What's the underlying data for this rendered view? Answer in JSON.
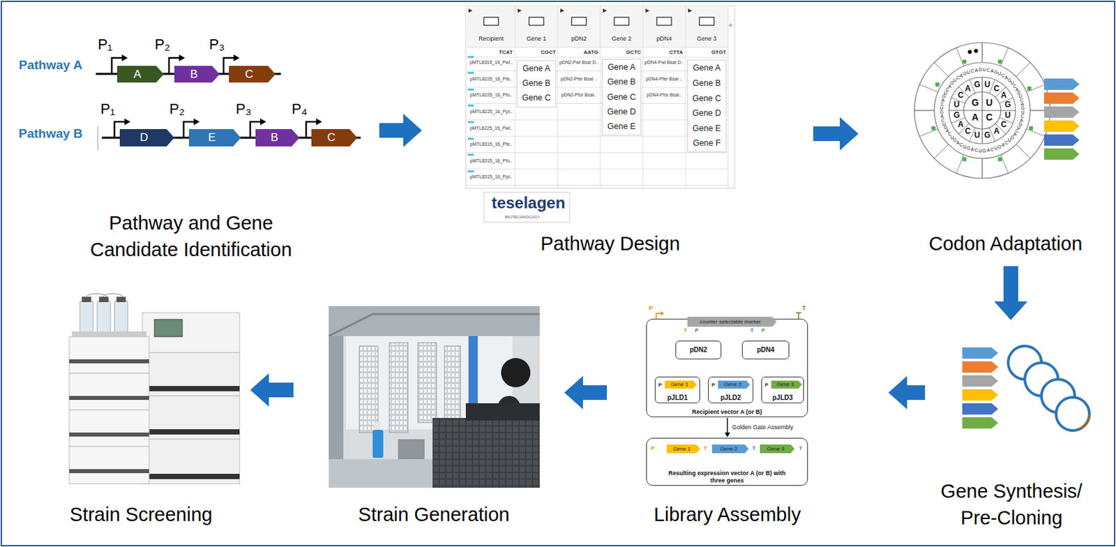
{
  "diagram": {
    "nodes": [
      {
        "text": [
          "Pathway and Gene Candidate Identification"
        ]
      },
      {
        "text": [
          "A"
        ],
        "in": 0
      },
      {
        "text": [
          "B"
        ],
        "in": 0
      },
      {
        "text": [
          "C"
        ],
        "in": 0
      },
      {
        "text": [
          "D"
        ],
        "in": 0
      },
      {
        "text": [
          "E"
        ],
        "in": 0
      },
      {
        "text": [
          "B"
        ],
        "in": 0
      },
      {
        "text": [
          "C"
        ],
        "in": 0
      },
      {
        "text": [
          "Pathway Design"
        ]
      },
      {
        "text": [
          "Codon Adaptation"
        ]
      },
      {
        "text": [
          "Strain Screening"
        ]
      },
      {
        "text": [
          "Strain Generation"
        ]
      },
      {
        "text": [
          "Library Assembly"
        ]
      },
      {
        "text": [
          "Recipient vector A (or B)"
        ],
        "in": 12
      },
      {
        "text": [
          "counter selectable marker"
        ],
        "in": 13
      },
      {
        "text": [
          "pDN2"
        ],
        "in": 13
      },
      {
        "text": [
          "pDN4"
        ],
        "in": 13
      },
      {
        "text": [
          "pJLD1"
        ],
        "in": 13
      },
      {
        "text": [
          "Gene 1"
        ],
        "in": 17
      },
      {
        "text": [
          "pJLD2"
        ],
        "in": 13
      },
      {
        "text": [
          "Gene 2"
        ],
        "in": 19
      },
      {
        "text": [
          "pJLD3"
        ],
        "in": 13
      },
      {
        "text": [
          "Gene 3"
        ],
        "in": 21
      },
      {
        "text": [
          "Resulting expression vector A (or B) with three genes"
        ],
        "in": 12
      },
      {
        "text": [
          "Gene 1"
        ],
        "in": 23
      },
      {
        "text": [
          "Gene 2"
        ],
        "in": 23
      },
      {
        "text": [
          "Gene 3"
        ],
        "in": 23
      },
      {
        "text": [
          "Gene Synthesis/ Pre-Cloning"
        ]
      }
    ],
    "edges": [
      {
        "from": 0,
        "to": 8,
        "arrow": "to"
      },
      {
        "from": 8,
        "to": 9,
        "arrow": "to"
      },
      {
        "from": 9,
        "to": 27,
        "arrow": "to"
      },
      {
        "from": 27,
        "to": 12,
        "arrow": "to"
      },
      {
        "from": 12,
        "to": 11,
        "arrow": "to"
      },
      {
        "from": 11,
        "to": 10,
        "arrow": "to"
      },
      {
        "from": 13,
        "to": 23,
        "label": "Golden Gate Assembly",
        "arrow": "to"
      }
    ],
    "labels": [
      "Pathway A",
      "Pathway B",
      "P₁",
      "P₂",
      "P₃",
      "P₁",
      "P₂",
      "P₃",
      "P₄",
      "Recipient",
      "Gene 1",
      "pDN2",
      "Gene 2",
      "pDN4",
      "Gene 3",
      "TCAT",
      "CGCT",
      "AATG",
      "GCTC",
      "CTTA",
      "GTGT",
      "pMTL8315_16_Pwl..",
      "pMTL8225_16_Pfe..",
      "pMTL8225_16_Pfo..",
      "pMTL8225_16_Ppt..",
      "pMTL8225_16_Pwl..",
      "pMTL8315_16_Pfe..",
      "pMTL8315_16_Pfo..",
      "pMTL8315_16_Ppt..",
      "Gene A",
      "Gene B",
      "Gene C",
      "pDN2-Pwl BsaI D..",
      "pDN2-Pfer BsaI ..",
      "pDN2-Pfor BsaI..",
      "Gene A",
      "Gene B",
      "Gene C",
      "Gene D",
      "Gene E",
      "pDN4-Pwl BsaI D..",
      "pDN4-Pfer BsaI ..",
      "pDN4-Pfor BsaI..",
      "Gene A",
      "Gene B",
      "Gene C",
      "Gene D",
      "Gene E",
      "Gene F",
      "teselagen",
      "BIOTECHNOLOGY",
      "U",
      "C",
      "A",
      "G",
      "U",
      "C",
      "A",
      "G",
      "U",
      "C",
      "A",
      "G",
      "U",
      "C",
      "A",
      "G",
      "U",
      "C",
      "A",
      "G",
      "U",
      "C",
      "A",
      "G",
      "U",
      "C",
      "A",
      "G",
      "U",
      "C",
      "A",
      "G",
      "U",
      "C",
      "A",
      "G",
      "U",
      "C",
      "A",
      "G",
      "U",
      "C",
      "A",
      "G",
      "U",
      "C",
      "A",
      "G",
      "U",
      "C",
      "A",
      "G",
      "U",
      "C",
      "A",
      "G",
      "U",
      "C",
      "A",
      "G",
      "U",
      "C",
      "A",
      "G",
      "U",
      "C",
      "A",
      "G",
      "U",
      "C",
      "A",
      "G",
      "U",
      "C",
      "A",
      "G",
      "U",
      "C",
      "A",
      "G",
      "U",
      "C",
      "A",
      "G",
      "P",
      "T",
      "T",
      "P",
      "T",
      "P",
      "P",
      "P",
      "P",
      "P",
      "T",
      "T",
      "T"
    ]
  }
}
